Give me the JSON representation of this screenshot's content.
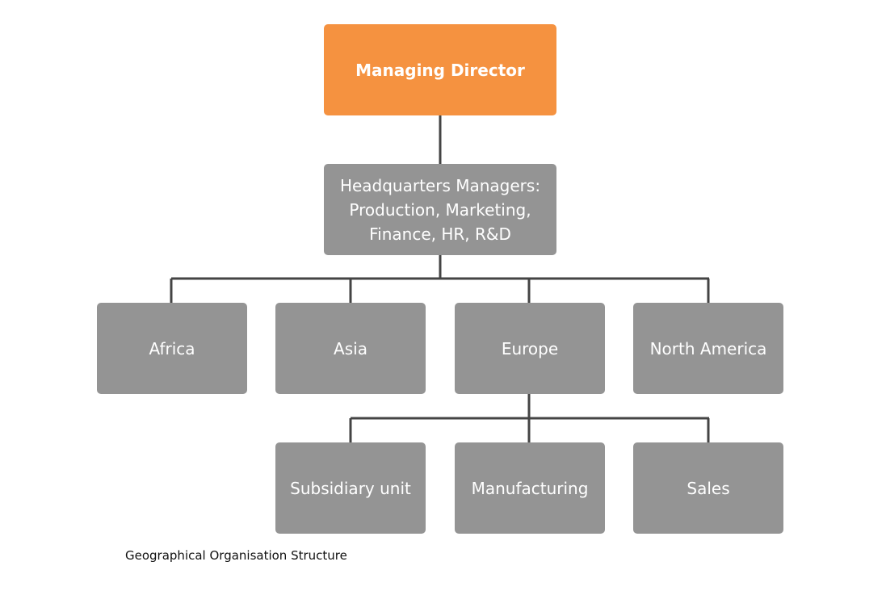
{
  "diagram": {
    "root": {
      "label": "Managing Director"
    },
    "headquarters": {
      "lines": [
        "Headquarters Managers:",
        "Production, Marketing,",
        "Finance, HR, R&D"
      ]
    },
    "regions": [
      {
        "label": "Africa"
      },
      {
        "label": "Asia"
      },
      {
        "label": "Europe"
      },
      {
        "label": "North America"
      }
    ],
    "europe_units": [
      {
        "label": "Subsidiary unit"
      },
      {
        "label": "Manufacturing"
      },
      {
        "label": "Sales"
      }
    ],
    "caption": "Geographical Organisation Structure"
  },
  "colors": {
    "root_fill": "#f59240",
    "box_fill": "#949494",
    "text": "#ffffff",
    "connector": "#444444"
  }
}
